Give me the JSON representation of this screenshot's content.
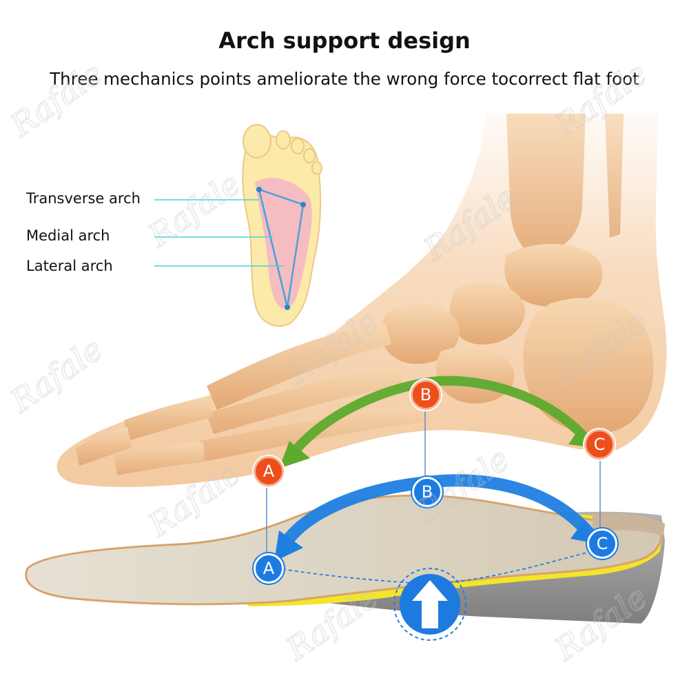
{
  "header": {
    "title": "Arch support design",
    "subtitle": "Three mechanics points ameliorate the wrong force tocorrect flat foot"
  },
  "arch_labels": {
    "transverse": "Transverse arch",
    "medial": "Medial arch",
    "lateral": "Lateral arch"
  },
  "points": {
    "a": "A",
    "b": "B",
    "c": "C"
  },
  "watermark": "Rafale",
  "colors": {
    "orange_point": "#ec4e1c",
    "blue_point": "#1d7be0",
    "green_arrow": "#5daa2e",
    "blue_arrow": "#1f7fe0",
    "leader_line": "#4ad3d8",
    "bone": "#f1c596",
    "insole_top": "#ddd6c6",
    "insole_yellow": "#f2e52a",
    "insole_gray": "#9b9b9b"
  }
}
